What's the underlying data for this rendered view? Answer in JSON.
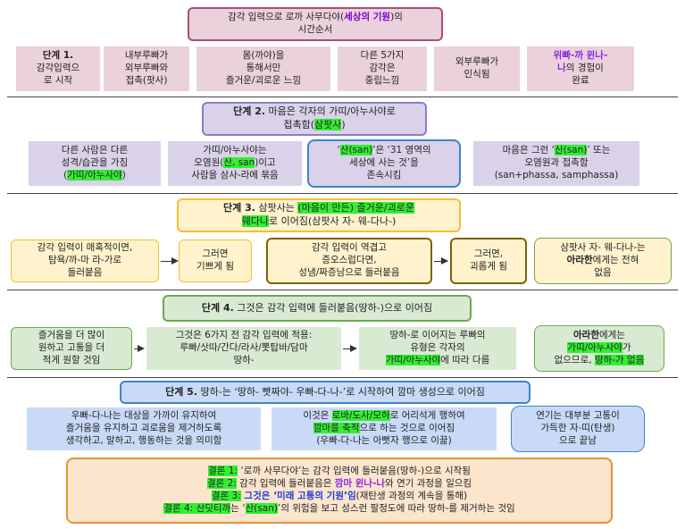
{
  "title": {
    "pre": "감각 입력으로 로까 사무다야(",
    "accent": "세상의 기원",
    "post": ")의",
    "line2": "시간순서"
  },
  "row1": [
    {
      "bold": "단계 1.",
      "text": "감각입력으\n로 시작"
    },
    {
      "text": "내부루빠가\n외부루빠와\n접촉(팟사)"
    },
    {
      "text": "몸(까야)을\n통해서만\n즐거운/괴로운 느낌"
    },
    {
      "text": "다른 5가지\n감각은\n중립느낌"
    },
    {
      "text": "외부루빠가\n인식됨"
    },
    {
      "accent": "위빠-까 윈나-\n나",
      "text": "의 경험이\n완료"
    }
  ],
  "step2": {
    "bold": "단계 2.",
    "text": " 마음은 각자의 가띠/아누사야로\n접촉함(",
    "hl": "삼팟사",
    "post": ")"
  },
  "row2": [
    {
      "text": "다른 사람은 다른\n성격/습관을 가짐\n(",
      "hl": "가띠/아누사야",
      "post": ")"
    },
    {
      "text": "가띠/아누사야는\n오염원(",
      "hl": "산, san",
      "post": ")이고\n사람을 삼사-라에 묶음"
    },
    {
      "pre": "‘",
      "hl": "산(san)",
      "text": "’은 ‘31 영역의\n세상에 사는 것’을\n존속시킴"
    },
    {
      "pre": "마음은 그런 ‘",
      "hl": "산(san)",
      "text": "’ 또는\n오염원과 접촉함\n(san+phassa, samphassa)"
    }
  ],
  "step3": {
    "bold": "단계 3.",
    "pre": " 삼팟사는 ",
    "hl": "(마음이 만든) 즐거운/괴로운\n웨다나",
    "post": "로 이어짐(삼팟사 자- 웨-다나-)"
  },
  "row3": [
    {
      "text": "감각 입력이 매혹적이면,\n탐욕/까-마 라-가로\n들러붙음"
    },
    {
      "text": "그러면\n기쁘게 됨"
    },
    {
      "text": "감각 입력이 역겹고\n증오스럽다면,\n성냄/짜증남으로 들러붙음"
    },
    {
      "text": "그러면,\n괴롭게 됨"
    },
    {
      "pre": "삼팟사 자- 웨-다나-는\n",
      "bold": "아라한",
      "text": "에게는 전혀\n없음"
    }
  ],
  "step4": {
    "bold": "단계 4.",
    "text": " 그것은 감각 입력에 들러붙음(땅하-)으로 이어짐"
  },
  "row4": [
    {
      "text": "즐거움을 더 많이\n원하고 고통을 더\n적게 원할 것임"
    },
    {
      "text": "그것은 6가지 전 감각 입력에 적용:\n루빠/삿따/간다/라사/뽓탑바/담마\n땅하-"
    },
    {
      "text": "땅하-로 이어지는 루빠의\n유형은 각자의\n",
      "hl": "가띠/아누사야",
      "post": "에 따라 다름"
    },
    {
      "bold": "아라한",
      "text": "에게는\n",
      "hl": "가띠/아누사야",
      "post": "가\n없으므로, ",
      "hl2": "땅하-가 없음"
    }
  ],
  "step5": {
    "bold": "단계 5.",
    "text": " 땅하-는 ‘땅하- 빳짜야- 우빠-다-나-’로 시작하여 깜마 생성으로 이어짐"
  },
  "row5": [
    {
      "text": "우빠-다-나는 대상을 가까이 유지하여\n즐거움을 유지하고 괴로움을 제거하도록\n생각하고, 말하고, 행동하는 것을 의미함"
    },
    {
      "pre": "이것은 ",
      "hl": "로바/도사/모하",
      "mid": "로 어리석게 행하여\n",
      "hl2": "깜마를 축적",
      "text": "으로 하는 것으로 이어짐\n(우빠-다-나는 아뻣자 행으로 이끎)"
    },
    {
      "text": "연기는 대부분 고통이\n가득한 자-띠(탄생)\n으로 끝남"
    }
  ],
  "conclusions": [
    {
      "hl": "결론 1:",
      "text": " ‘로까 사무다야’는 감각 입력에 들러붙음(땅하-)으로 시작됨"
    },
    {
      "hl": "결론 2:",
      "text": " 감각 입력에 들러붙음은 ",
      "pu": "깜마 윈나-나",
      "post": "와 연기 과정을 일으킴"
    },
    {
      "hl": "결론 3:",
      "bl": " 그것은 ‘미래 고통의 기원’임",
      "post": "(재탄생 과정의 계속을 통해)"
    },
    {
      "hl": "결론 4:",
      "hl2": " 산딧티까",
      "text": "는 ‘",
      "hl3": "산(san)",
      "post": "’의 위험을 보고 성스런 팔정도에 따라 땅하-를 제거하는 것임"
    }
  ],
  "colors": {
    "pink": "#ead1dc",
    "purple": "#d9d2e9",
    "yellow": "#fff2cc",
    "green": "#d9ead3",
    "blue": "#c9daf8",
    "orange": "#fce5cd",
    "highlight": "#33ee33"
  }
}
